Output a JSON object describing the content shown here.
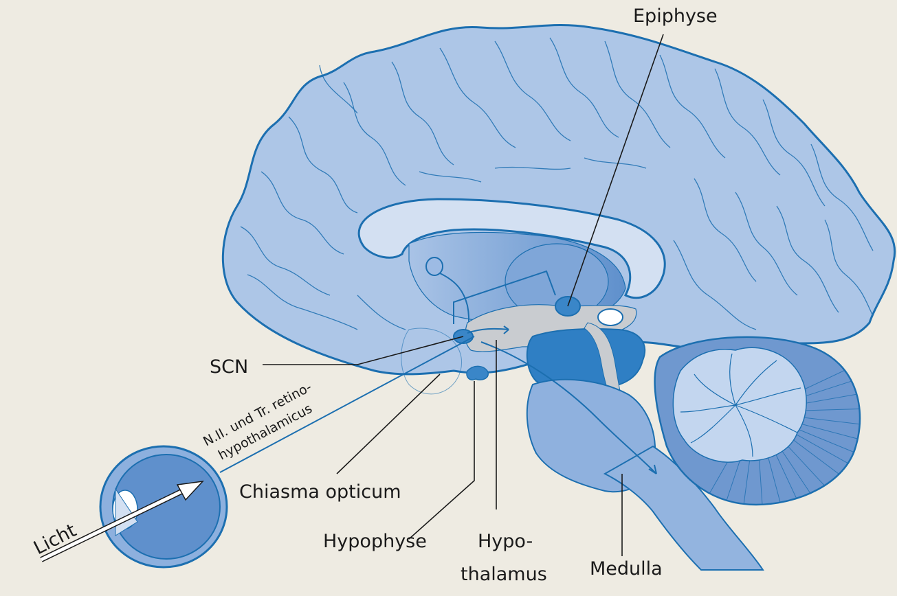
{
  "labels": {
    "epiphyse": "Epiphyse",
    "scn": "SCN",
    "tract_line1": "N.II. und Tr. retino-",
    "tract_line2": "hypothalamicus",
    "chiasma": "Chiasma opticum",
    "hypophyse": "Hypophyse",
    "hypothalamus_line1": "Hypo-",
    "hypothalamus_line2": "thalamus",
    "medulla": "Medulla",
    "licht": "Licht"
  },
  "colors": {
    "background": "#eeebe2",
    "brain_fill": "#adc6e7",
    "brain_stroke": "#1c6fb0",
    "corpus_callosum": "#d3e0f2",
    "diencephalon": "#8cb0dc",
    "midbrain": "#3a86c8",
    "cerebellum": "#6f98cf",
    "brainstem": "#93b4df",
    "ventricle_gray": "#c9ccd0"
  }
}
